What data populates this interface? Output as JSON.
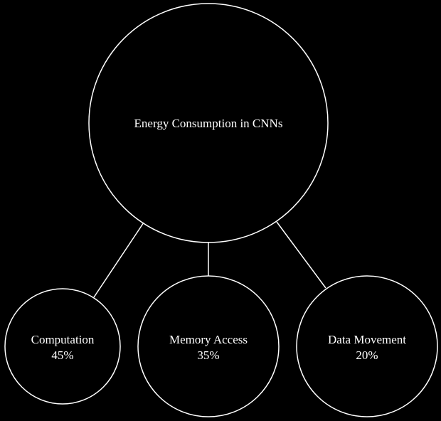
{
  "root": {
    "label": "Energy Consumption in CNNs"
  },
  "children": [
    {
      "label": "Computation",
      "value": "45%"
    },
    {
      "label": "Memory Access",
      "value": "35%"
    },
    {
      "label": "Data Movement",
      "value": "20%"
    }
  ],
  "colors": {
    "background": "#000000",
    "stroke": "#ffffff",
    "text": "#ffffff"
  }
}
